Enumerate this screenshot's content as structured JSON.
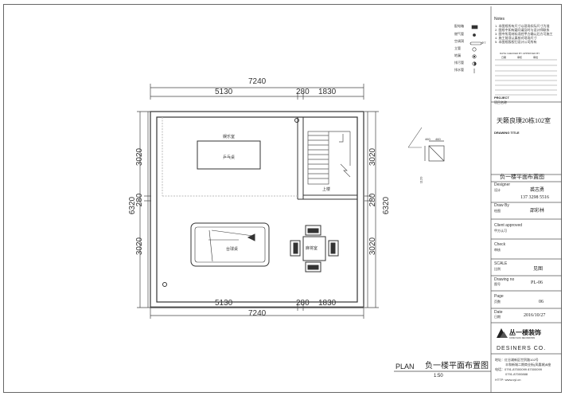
{
  "dimensions": {
    "top_total": "7240",
    "top_left": "5130",
    "top_mid": "280",
    "top_right": "1830",
    "bottom_left": "5130",
    "bottom_mid": "280",
    "bottom_right": "1830",
    "bottom_total": "7240",
    "left_total": "6320",
    "left_upper": "3020",
    "left_mid": "280",
    "left_lower": "3020",
    "right_total": "6320",
    "right_upper": "3020",
    "right_mid": "280",
    "right_lower": "3020"
  },
  "rooms": {
    "entertainment_room": "娱乐室",
    "ping_pong_table": "乒乓桌",
    "billiard_table": "台球桌",
    "mahjong_room": "麻将室",
    "stairs_up": "上楼"
  },
  "detail": {
    "w1": "460",
    "w2": "460",
    "h": "1120"
  },
  "legend": {
    "items": [
      "配电箱",
      "燃气管",
      "空调洞",
      "立管",
      "地漏",
      "排污管",
      "排水管"
    ],
    "ac_size": "Φ7"
  },
  "notes": {
    "heading": "Notes",
    "lines": [
      "1. 本图纸所有尺寸以现场实际尺寸为准",
      "2. 图纸中如有疑问请及时与设计师联系",
      "3. 图中所用材料须经甲方确认后方可施工",
      "4. 施工前须认真核对现场尺寸",
      "5. 本图纸版权归设计公司所有"
    ],
    "table_header": "DATE  CHECKED BY  APPROVED BY",
    "table_cols": [
      "日期",
      "审核",
      "审批"
    ]
  },
  "title_block": {
    "project_label": "PROJECT",
    "project_sub": "项目名称",
    "project_name": "天籁良璞20栋102室",
    "drawing_title_label": "DRAWING TITLE",
    "drawing_title": "负一楼平面布置图",
    "designer_label": "Designer",
    "designer_sub": "设计",
    "designer_name": "裘志勇",
    "designer_phone": "137 3298 5516",
    "drawby_label": "Draw By",
    "drawby_sub": "绘图",
    "drawby_name": "邵彩林",
    "client_label": "Client approved",
    "client_sub": "甲方认可",
    "check_label": "Check",
    "check_sub": "审核",
    "scale_label": "SCALE",
    "scale_sub": "比例",
    "scale_value": "见图",
    "drawing_no_label": "Drawing no",
    "drawing_no_sub": "图号",
    "drawing_no_value": "PL-06",
    "page_label": "Page",
    "page_sub": "页数",
    "page_value": "06",
    "date_label": "Date",
    "date_sub": "日期",
    "date_value": "2016/10/27"
  },
  "company": {
    "logo_text": "丛一楼装饰",
    "logo_sub": "CONGYILOU DECORATION",
    "name": "DESINERS CO.",
    "address": "地址：红谷滩新区世贸路102号",
    "address2": "丰和新城二期商业街(凤凰城)B座",
    "phone": "电话：0791-87000099  87000099",
    "phone2": "0791-87000888",
    "http": "HTTP: www.cyl.cn"
  },
  "plan_caption": {
    "prefix": "PLAN",
    "title": "负一楼平面布置图",
    "scale": "1:50"
  }
}
